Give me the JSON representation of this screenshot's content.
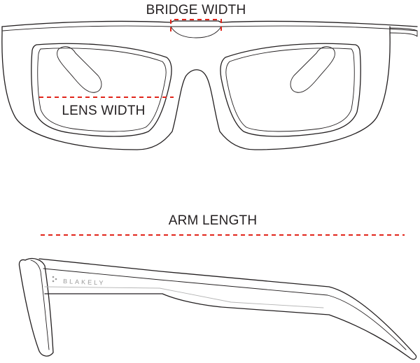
{
  "labels": {
    "bridge_width": "BRIDGE WIDTH",
    "lens_width": "LENS WIDTH",
    "arm_length": "ARM LENGTH"
  },
  "brand": {
    "name": "BLAKELY"
  },
  "colors": {
    "outline": "#231f20",
    "measure_dash": "#e1251b",
    "brand_text": "#9a9a9a"
  }
}
